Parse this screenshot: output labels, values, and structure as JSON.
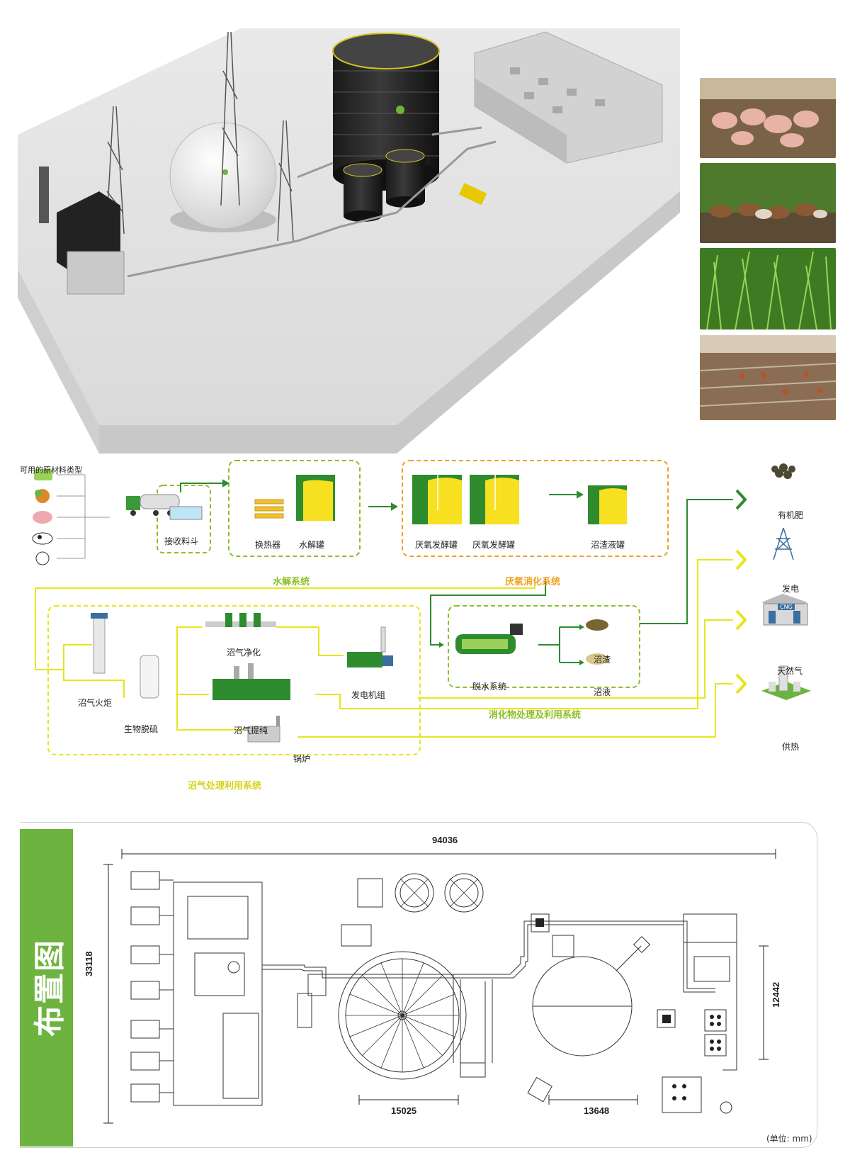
{
  "colors": {
    "green_dark": "#2e8b2e",
    "green_mid": "#8cbf26",
    "yellow": "#e6e61e",
    "orange": "#f0a020",
    "brand_green": "#6db33f"
  },
  "flow": {
    "raw_material_title": "可用的原材料类型",
    "receiving_hopper": "接收料斗",
    "heat_exchanger": "换热器",
    "hydrolysis_tank": "水解罐",
    "hydrolysis_system": "水解系统",
    "anaerobic_tank_1": "厌氧发酵罐",
    "anaerobic_tank_2": "厌氧发酵罐",
    "digestate_tank": "沼渣液罐",
    "anaerobic_system": "厌氧消化系统",
    "biogas_torch": "沼气火炬",
    "bio_desulfurization": "生物脱硫",
    "biogas_purification": "沼气净化",
    "generator_set": "发电机组",
    "biogas_upgrading": "沼气提纯",
    "boiler": "锅炉",
    "biogas_system": "沼气处理利用系统",
    "dewatering": "脱水系统",
    "biogas_residue": "沼渣",
    "biogas_slurry": "沼液",
    "digestate_system": "消化物处理及利用系统"
  },
  "outputs": {
    "fertilizer": "有机肥",
    "power": "发电",
    "natural_gas": "天然气",
    "heating": "供热",
    "cng_sign": "CNG"
  },
  "layout": {
    "title": "布置图",
    "width_total": "94036",
    "height_total": "33118",
    "tank_diameter_1": "15025",
    "tank_diameter_2": "13648",
    "right_height": "12442",
    "unit": "(单位: mm)"
  }
}
